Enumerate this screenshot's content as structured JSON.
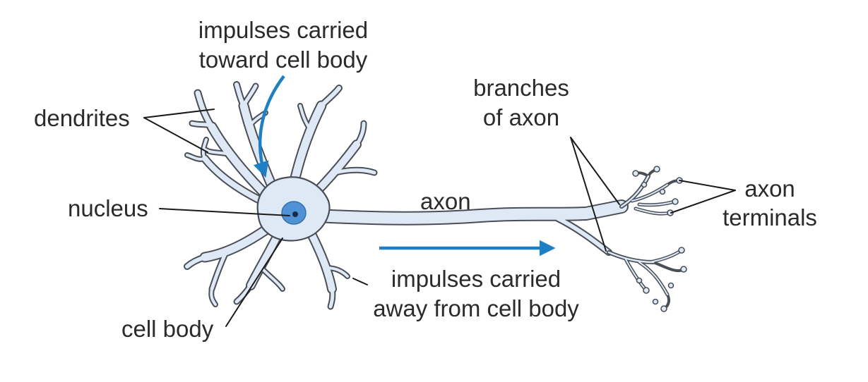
{
  "labels": {
    "impulses_toward": [
      "impulses carried",
      "toward cell body"
    ],
    "dendrites": "dendrites",
    "nucleus": "nucleus",
    "axon": "axon",
    "branches_of_axon": [
      "branches",
      "of axon"
    ],
    "axon_terminals": [
      "axon",
      "terminals"
    ],
    "impulses_away": [
      "impulses carried",
      "away from cell body"
    ],
    "cell_body": "cell body"
  },
  "colors": {
    "cell_fill": "#dfe9f5",
    "outline": "#4a4f57",
    "nucleus_fill": "#4f92d6",
    "nucleolus": "#1b2a44",
    "arrow": "#1f7fc4",
    "text": "#2b2b2b"
  }
}
